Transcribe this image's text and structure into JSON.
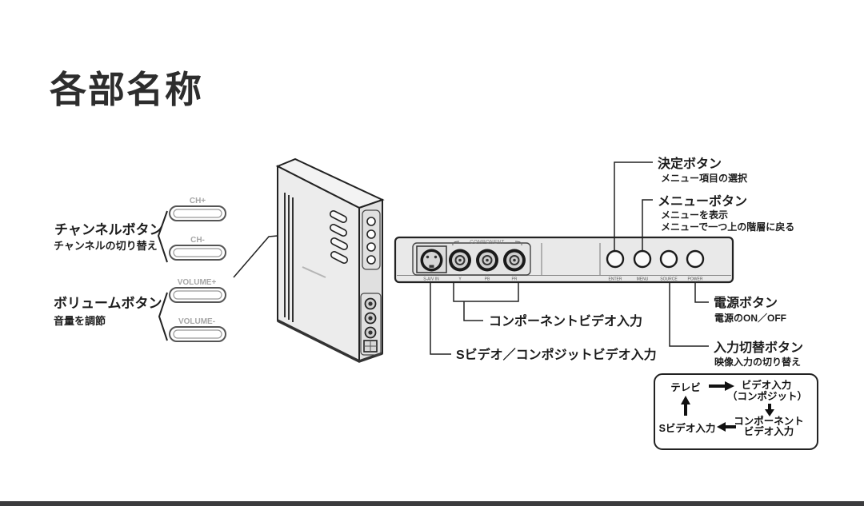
{
  "page": {
    "title": "各部名称"
  },
  "left_callouts": {
    "channel": {
      "title": "チャンネルボタン",
      "desc": "チャンネルの切り替え",
      "button_plus": "CH+",
      "button_minus": "CH-"
    },
    "volume": {
      "title": "ボリュームボタン",
      "desc": "音量を調節",
      "button_plus": "VOLUME+",
      "button_minus": "VOLUME-"
    }
  },
  "rear_panel": {
    "component_group_label": "COMPONENT",
    "connector_labels": [
      "S-A/V IN",
      "Y",
      "PB",
      "PR"
    ],
    "button_labels": [
      "ENTER",
      "MENU",
      "SOURCE",
      "POWER"
    ]
  },
  "right_callouts": {
    "enter": {
      "title": "決定ボタン",
      "desc": "メニュー項目の選択"
    },
    "menu": {
      "title": "メニューボタン",
      "desc_line1": "メニューを表示",
      "desc_line2": "メニューで一つ上の階層に戻る"
    },
    "power": {
      "title": "電源ボタン",
      "desc": "電源のON／OFF"
    },
    "source": {
      "title": "入力切替ボタン",
      "desc": "映像入力の切り替え"
    }
  },
  "bottom_callouts": {
    "component": "コンポーネントビデオ入力",
    "svideo": "Sビデオ／コンポジットビデオ入力"
  },
  "flow_box": {
    "tv": "テレビ",
    "video_line1": "ビデオ入力",
    "video_line2": "（コンポジット）",
    "component_line1": "コンポーネント",
    "component_line2": "ビデオ入力",
    "svideo": "Sビデオ入力"
  },
  "colors": {
    "line": "#222222",
    "panel_fill": "#e9e9e9",
    "accent_gray": "#a6a6a6",
    "footer_bar": "#3b3b3d"
  }
}
